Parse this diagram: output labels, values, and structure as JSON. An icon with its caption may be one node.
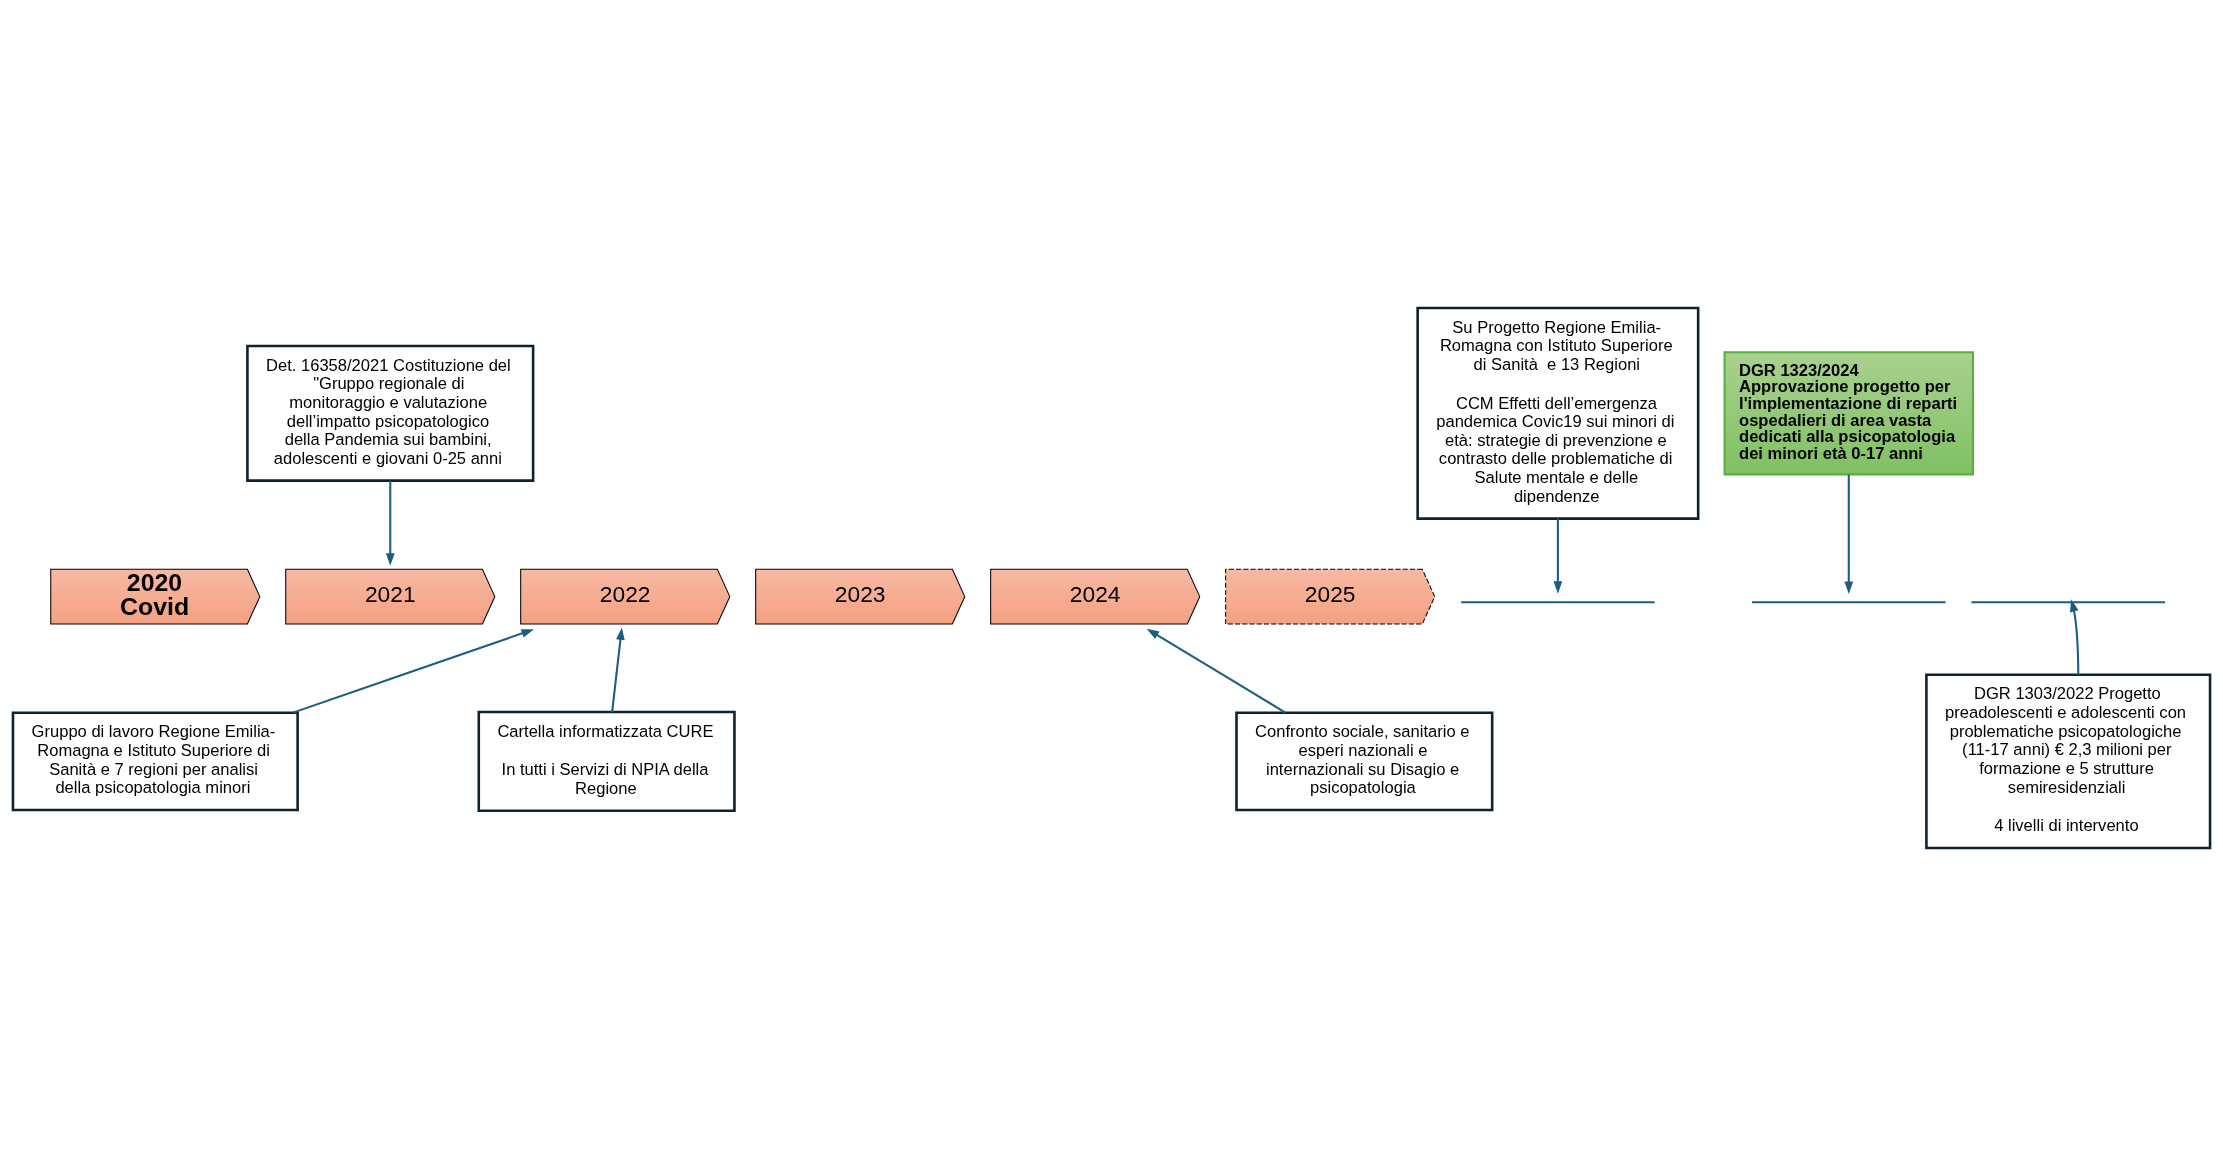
{
  "diagram": {
    "nodes": [
      {
        "text": [
          "Det. 16358/2021 Costituzione del \"Gruppo regionale di monitoraggio e valutazione dell’impatto psicopatologico della Pandemia sui bambini, adolescenti e giovani 0-25 anni"
        ]
      },
      {
        "text": [
          "Su Progetto Regione Emilia-Romagna con Istituto Superiore di Sanità  e 13 Regioni",
          "CCM Effetti dell’emergenza pandemica Covic19 sui minori di età: strategie di prevenzione e contrasto delle problematiche di Salute mentale e delle dipendenze"
        ]
      },
      {
        "text": [
          "DGR 1323/2024",
          "Approvazione progetto per l'implementazione di reparti ospedalieri di area vasta dedicati alla psicopatologia dei minori età 0-17 anni"
        ]
      },
      {
        "text": [],
        "shape": "bracket"
      },
      {
        "text": [],
        "shape": "bracket"
      },
      {
        "text": [
          "2020 Covid"
        ]
      },
      {
        "text": [
          "2021"
        ]
      },
      {
        "text": [
          "2022"
        ]
      },
      {
        "text": [
          "2023"
        ]
      },
      {
        "text": [
          "2024"
        ]
      },
      {
        "text": [
          "2025"
        ]
      },
      {
        "text": [],
        "shape": "bracket"
      },
      {
        "text": [
          "Gruppo di lavoro Regione Emilia-Romagna e Istituto Superiore di Sanità e 7 regioni per analisi della psicopatologia minori"
        ]
      },
      {
        "text": [
          "Cartella informatizzata CURE",
          "In tutti i Servizi di NPIA della Regione"
        ]
      },
      {
        "text": [
          "DGR 1303/2022 Progetto preadolescenti e adolescenti con problematiche psicopatologiche (11-17 anni) € 2,3 milioni per formazione e 5 strutture semiresidenziali",
          "4 livelli di intervento"
        ]
      },
      {
        "text": [
          "Confronto sociale, sanitario e esperi nazionali e internazionali su Disagio e psicopatologia"
        ]
      }
    ],
    "edges": [
      {
        "from": 0,
        "to": 6,
        "arrow": "to"
      },
      {
        "from": 1,
        "to": 3,
        "arrow": "to"
      },
      {
        "from": 2,
        "to": 4,
        "arrow": "to"
      },
      {
        "from": 12,
        "to": 7,
        "arrow": "to"
      },
      {
        "from": 13,
        "to": 7,
        "arrow": "to"
      },
      {
        "from": 14,
        "to": 11,
        "arrow": "to"
      },
      {
        "from": 15,
        "to": 9,
        "arrow": "to"
      }
    ]
  }
}
